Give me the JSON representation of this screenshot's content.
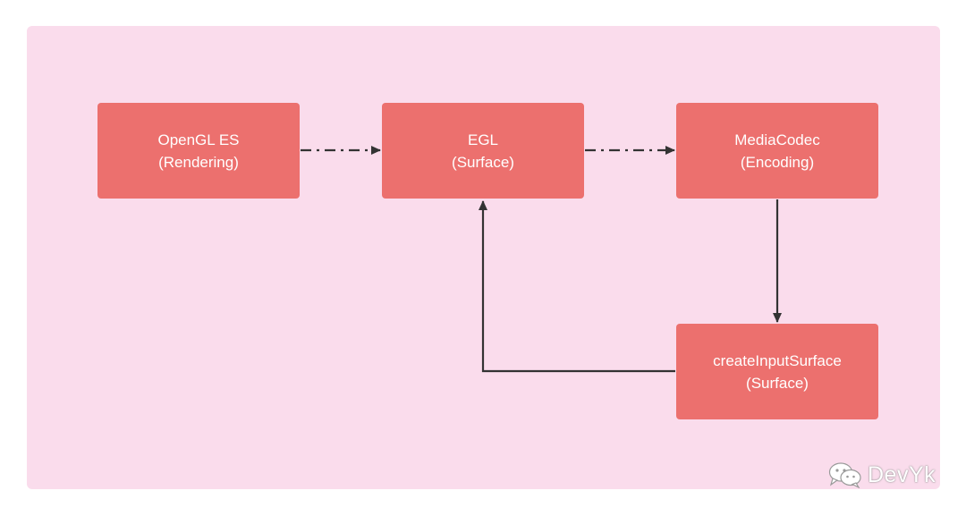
{
  "diagram": {
    "background_color": "#fadcec",
    "node_color": "#ec706e",
    "nodes": [
      {
        "id": "opengl",
        "line1": "OpenGL ES",
        "line2": "(Rendering)"
      },
      {
        "id": "egl",
        "line1": "EGL",
        "line2": "(Surface)"
      },
      {
        "id": "codec",
        "line1": "MediaCodec",
        "line2": "(Encoding)"
      },
      {
        "id": "input",
        "line1": "createInputSurface",
        "line2": "(Surface)"
      }
    ],
    "edges": [
      {
        "from": "opengl",
        "to": "egl",
        "style": "dash-dot"
      },
      {
        "from": "egl",
        "to": "codec",
        "style": "dash-dot"
      },
      {
        "from": "codec",
        "to": "input",
        "style": "solid"
      },
      {
        "from": "input",
        "to": "egl",
        "style": "solid"
      }
    ]
  },
  "watermark": {
    "text": "DevYk",
    "icon": "wechat-icon"
  }
}
